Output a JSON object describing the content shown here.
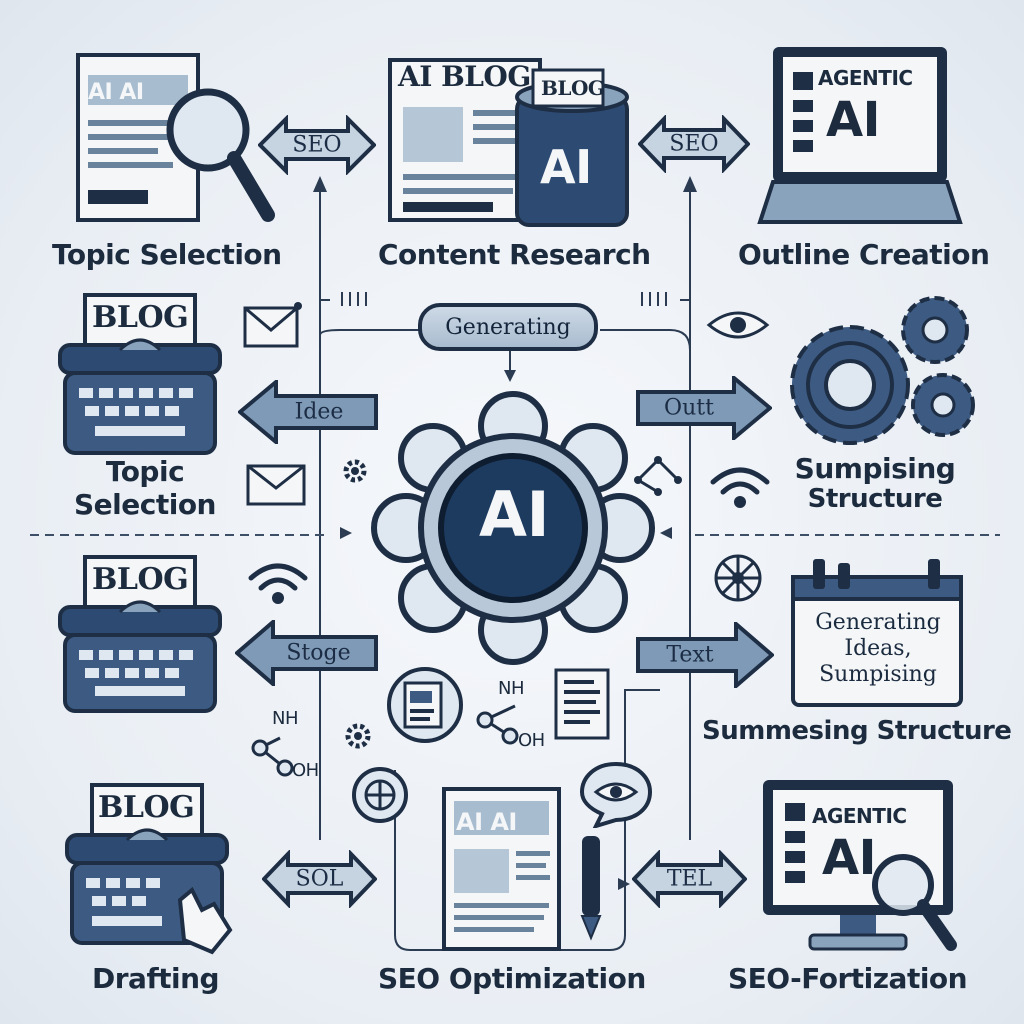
{
  "stages": {
    "topic_selection": "Topic Selection",
    "content_research": "Content Research",
    "outline_creation": "Outline Creation",
    "topic_selection_2_line1": "Topic",
    "topic_selection_2_line2": "Selection",
    "sumpising_line1": "Sumpising",
    "sumpising_line2": "Structure",
    "summesing_structure": "Summesing Structure",
    "drafting": "Drafting",
    "seo_optimization": "SEO Optimization",
    "seo_fortization": "SEO-Fortization"
  },
  "arrows": {
    "seo_left": "SEO",
    "seo_right": "SEO",
    "idee": "Idee",
    "outt": "Outt",
    "stoge": "Stoge",
    "text": "Text",
    "sol": "SOL",
    "tel": "TEL"
  },
  "hub": {
    "label": "AI",
    "generating_pill": "Generating"
  },
  "doc_tags": {
    "ai_ai_1": "AI AI",
    "ai_blog": "AI BLOG",
    "blog_tag": "BLOG",
    "ai_big": "AI",
    "agentic_1": "AGENTIC",
    "ai_laptop": "AI",
    "blog_1": "BLOG",
    "blog_2": "BLOG",
    "blog_3": "BLOG",
    "ai_ai_2": "AI AI",
    "agentic_2": "AGENTIC",
    "ai_monitor": "AI"
  },
  "generating_box": {
    "line1": "Generating",
    "line2": "Ideas,",
    "line3": "Sumpising"
  },
  "chem": {
    "nh_1": "NH",
    "oh_1": "OH",
    "nh_2": "NH",
    "oh_2": "OH"
  },
  "colors": {
    "navy": "#1e2e45",
    "steel": "#8aa3bd",
    "light": "#cfdbe7",
    "paper": "#f4f6f8"
  }
}
